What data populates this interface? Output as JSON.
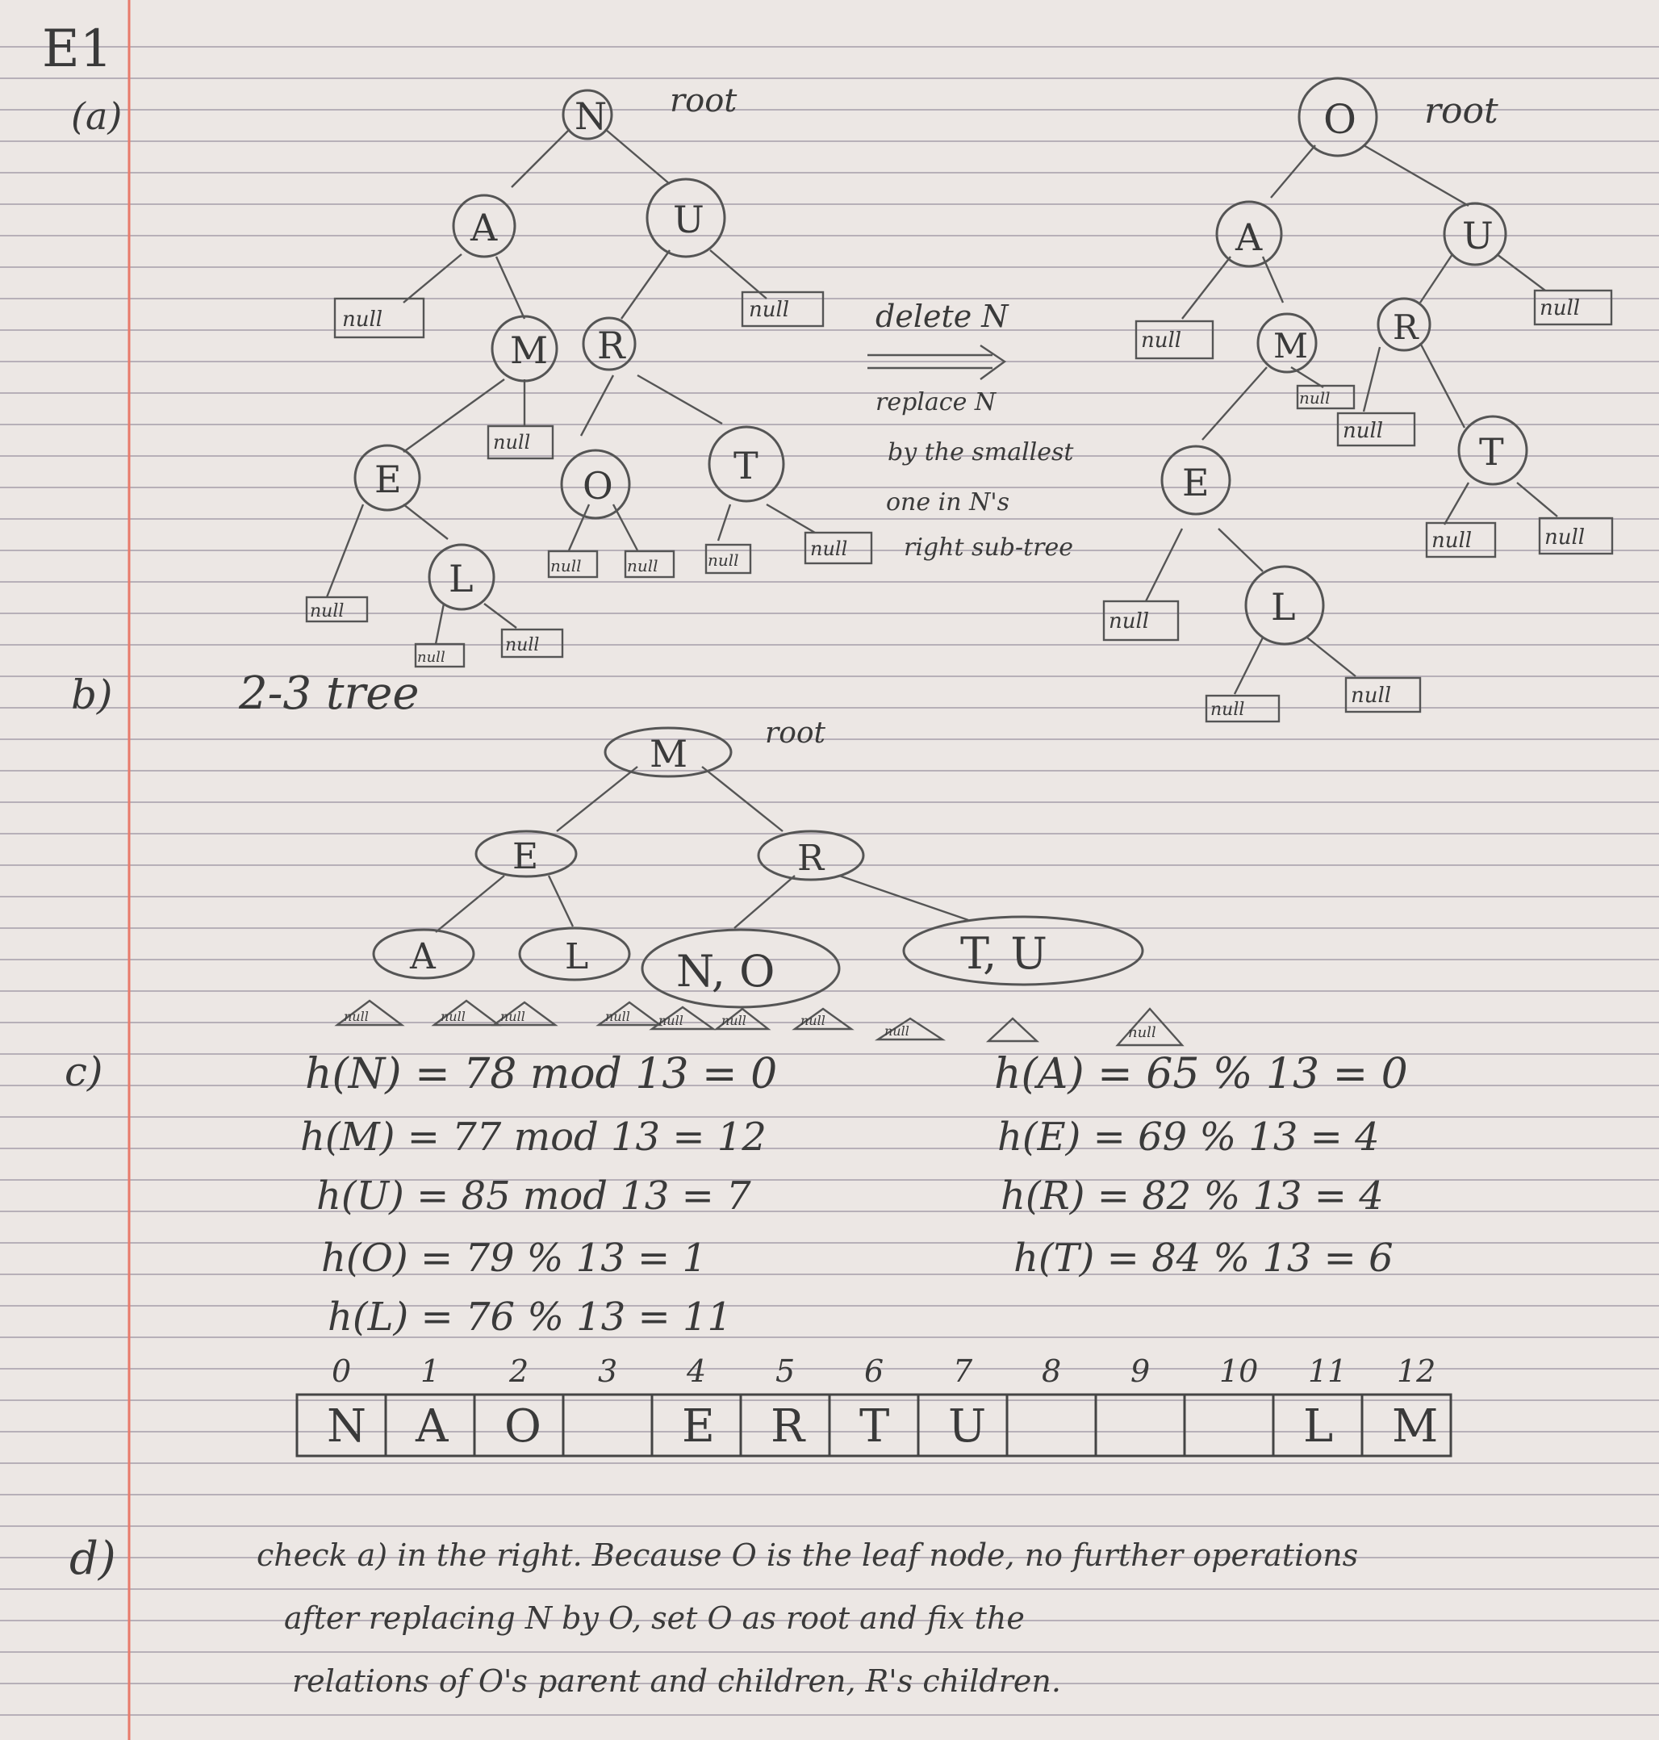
{
  "page": {
    "heading": "E1",
    "margin_color": "#e87a6a",
    "ink_color": "#3a3a3a"
  },
  "part_a": {
    "label": "(a)",
    "left_tree": {
      "root_label": "root",
      "nodes": [
        "N",
        "A",
        "U",
        "M",
        "R",
        "E",
        "O",
        "T",
        "L"
      ],
      "null_label": "null"
    },
    "operation": {
      "title": "delete N",
      "note_lines": [
        "replace N",
        "by the smallest",
        "one in N's",
        "right sub-tree"
      ]
    },
    "right_tree": {
      "root_label": "root",
      "nodes": [
        "O",
        "A",
        "U",
        "M",
        "R",
        "E",
        "T",
        "L"
      ],
      "null_label": "null"
    }
  },
  "part_b": {
    "label": "b)",
    "title": "2-3 tree",
    "root_label": "root",
    "nodes": [
      "M",
      "E",
      "R",
      "A",
      "L",
      "N, O",
      "T, U"
    ],
    "null_label": "null"
  },
  "part_c": {
    "label": "c)",
    "left_column": [
      "h(N) = 78 mod 13 = 0",
      "h(M) = 77 mod 13 = 12",
      "h(U) = 85 mod 13 = 7",
      "h(O) = 79 % 13 = 1",
      "h(L) = 76 % 13 = 11"
    ],
    "right_column": [
      "h(A) = 65 % 13 = 0",
      "h(E) = 69 % 13 = 4",
      "h(R) = 82 % 13 = 4",
      "h(T) = 84 % 13 = 6"
    ],
    "table": {
      "indices": [
        "0",
        "1",
        "2",
        "3",
        "4",
        "5",
        "6",
        "7",
        "8",
        "9",
        "10",
        "11",
        "12"
      ],
      "cells": [
        "N",
        "A",
        "O",
        "",
        "E",
        "R",
        "T",
        "U",
        "",
        "",
        "",
        "L",
        "M"
      ]
    }
  },
  "part_d": {
    "label": "d)",
    "lines": [
      "check a) in the right.   Because O is the leaf node, no further operations",
      "after replacing N by O, set O as root and fix the",
      "relations of O's parent and children, R's children."
    ]
  }
}
